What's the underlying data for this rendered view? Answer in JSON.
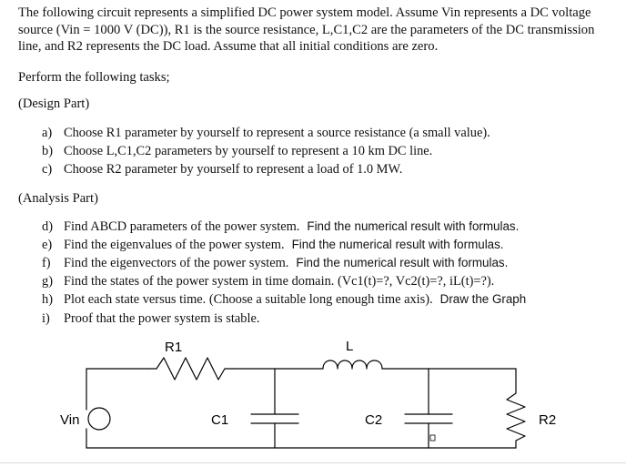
{
  "intro": {
    "line1": "The following circuit represents a simplified DC power system model. Assume Vin represents a DC voltage",
    "line2": "source (Vin = 1000 V (DC)), R1 is the source resistance, L,C1,C2 are the parameters of the DC transmission",
    "line3": "line, and R2 represents the DC load. Assume that all initial conditions are zero."
  },
  "tasks_heading": "Perform the following tasks;",
  "design": {
    "heading": "(Design Part)",
    "items": [
      {
        "marker": "a)",
        "text": "Choose R1 parameter by yourself to represent a source resistance (a small value)."
      },
      {
        "marker": "b)",
        "text": "Choose L,C1,C2 parameters by yourself to represent a 10 km DC line."
      },
      {
        "marker": "c)",
        "text": "Choose R2 parameter by yourself to represent a load of 1.0 MW."
      }
    ]
  },
  "analysis": {
    "heading": "(Analysis Part)",
    "items": [
      {
        "marker": "d)",
        "text": "Find ABCD parameters of the power system.",
        "hint": "Find the numerical result with formulas."
      },
      {
        "marker": "e)",
        "text": "Find the eigenvalues of the power system.",
        "hint": "Find the numerical result with formulas."
      },
      {
        "marker": "f)",
        "text": "Find the eigenvectors of the power system.",
        "hint": "Find the numerical result with formulas."
      },
      {
        "marker": "g)",
        "text": "Find the states of the power system in time domain. (Vc1(t)=?, Vc2(t)=?, iL(t)=?).",
        "hint": ""
      },
      {
        "marker": "h)",
        "text": "Plot each state versus time. (Choose a suitable long enough time axis).",
        "hint": "Draw the Graph"
      },
      {
        "marker": "i)",
        "text": "Proof that the power system is stable.",
        "hint": ""
      }
    ]
  },
  "circuit": {
    "r1": "R1",
    "l": "L",
    "vin": "Vin",
    "c1": "C1",
    "c2": "C2",
    "r2": "R2"
  }
}
